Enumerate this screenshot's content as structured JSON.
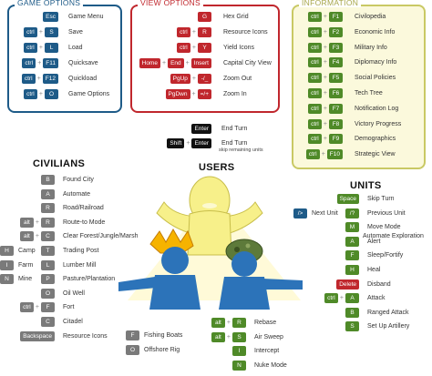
{
  "game_options": {
    "title": "GAME OPTIONS",
    "rows": [
      {
        "keys": [
          "Esc"
        ],
        "label": "Game Menu"
      },
      {
        "keys": [
          "ctrl",
          "S"
        ],
        "label": "Save"
      },
      {
        "keys": [
          "ctrl",
          "L"
        ],
        "label": "Load"
      },
      {
        "keys": [
          "ctrl",
          "F11"
        ],
        "label": "Quicksave"
      },
      {
        "keys": [
          "ctrl",
          "F12"
        ],
        "label": "Quickload"
      },
      {
        "keys": [
          "ctrl",
          "O"
        ],
        "label": "Game Options"
      }
    ]
  },
  "view_options": {
    "title": "VIEW OPTIONS",
    "rows": [
      {
        "keys": [
          "G"
        ],
        "label": "Hex Grid"
      },
      {
        "keys": [
          "ctrl",
          "R"
        ],
        "label": "Resource Icons"
      },
      {
        "keys": [
          "ctrl",
          "Y"
        ],
        "label": "Yield Icons"
      },
      {
        "keys": [
          "Home",
          "End",
          "Insert"
        ],
        "label": "Capital City View"
      },
      {
        "keys": [
          "PgUp",
          "-/_"
        ],
        "label": "Zoom Out"
      },
      {
        "keys": [
          "PgDwn",
          "=/+"
        ],
        "label": "Zoom In"
      }
    ]
  },
  "information": {
    "title": "INFORMATION",
    "rows": [
      {
        "keys": [
          "ctrl",
          "F1"
        ],
        "label": "Civilopedia"
      },
      {
        "keys": [
          "ctrl",
          "F2"
        ],
        "label": "Economic Info"
      },
      {
        "keys": [
          "ctrl",
          "F3"
        ],
        "label": "Military Info"
      },
      {
        "keys": [
          "ctrl",
          "F4"
        ],
        "label": "Diplomacy Info"
      },
      {
        "keys": [
          "ctrl",
          "F5"
        ],
        "label": "Social Policies"
      },
      {
        "keys": [
          "ctrl",
          "F6"
        ],
        "label": "Tech Tree"
      },
      {
        "keys": [
          "ctrl",
          "F7"
        ],
        "label": "Notification Log"
      },
      {
        "keys": [
          "ctrl",
          "F8"
        ],
        "label": "Victory Progress"
      },
      {
        "keys": [
          "ctrl",
          "F9"
        ],
        "label": "Demographics"
      },
      {
        "keys": [
          "ctrl",
          "F10"
        ],
        "label": "Strategic View"
      }
    ]
  },
  "end_turn": {
    "rows": [
      {
        "keys": [
          "Enter"
        ],
        "label": "End Turn",
        "sub": ""
      },
      {
        "keys": [
          "Shift",
          "Enter"
        ],
        "label": "End Turn",
        "sub": "skip remaining units"
      }
    ]
  },
  "users_heading": "USERS",
  "civilians": {
    "heading": "CIVILIANS",
    "rows": [
      {
        "keys": [
          "B"
        ],
        "label": "Found City",
        "x": 49
      },
      {
        "keys": [
          "A"
        ],
        "label": "Automate",
        "x": 49
      },
      {
        "keys": [
          "R"
        ],
        "label": "Road/Railroad",
        "x": 49
      },
      {
        "keys": [
          "alt",
          "R"
        ],
        "label": "Route-to Mode",
        "x": 20
      },
      {
        "keys": [
          "alt",
          "C"
        ],
        "label": "Clear Forest/Jungle/Marsh",
        "x": 20
      },
      {
        "keys": [
          "T"
        ],
        "label": "Trading Post",
        "x": 49
      },
      {
        "keys": [
          "L"
        ],
        "label": "Lumber Mill",
        "x": 49
      },
      {
        "keys": [
          "P"
        ],
        "label": "Pasture/Plantation",
        "x": 49
      },
      {
        "keys": [
          "O"
        ],
        "label": "Oil Well",
        "x": 49
      },
      {
        "keys": [
          "ctrl",
          "F"
        ],
        "label": "Fort",
        "x": 20
      },
      {
        "keys": [
          "C"
        ],
        "label": "Citadel",
        "x": 49
      },
      {
        "keys": [
          "Backspace"
        ],
        "label": "Resource Icons",
        "x": 14
      }
    ],
    "extra": [
      {
        "keys": [
          "H"
        ],
        "label": "Camp"
      },
      {
        "keys": [
          "I"
        ],
        "label": "Farm"
      },
      {
        "keys": [
          "N"
        ],
        "label": "Mine"
      }
    ],
    "naval": [
      {
        "keys": [
          "F"
        ],
        "label": "Fishing Boats"
      },
      {
        "keys": [
          "O"
        ],
        "label": "Offshore Rig"
      }
    ]
  },
  "air": {
    "rows": [
      {
        "keys": [
          "alt",
          "R"
        ],
        "label": "Rebase"
      },
      {
        "keys": [
          "alt",
          "S"
        ],
        "label": "Air Sweep"
      },
      {
        "keys": [
          "I"
        ],
        "label": "Intercept"
      },
      {
        "keys": [
          "N"
        ],
        "label": "Nuke Mode"
      }
    ]
  },
  "units": {
    "heading": "UNITS",
    "rows": [
      {
        "keys": [
          "Space"
        ],
        "label": "Skip Turn"
      },
      {
        "keys": [
          "/?"
        ],
        "label": "Previous Unit"
      },
      {
        "keys": [
          "M"
        ],
        "label": "Move Mode"
      },
      {
        "keys": [
          "A"
        ],
        "label": "Alert"
      },
      {
        "keys": [
          "F"
        ],
        "label": "Sleep/Fortify"
      },
      {
        "keys": [
          "H"
        ],
        "label": "Heal"
      },
      {
        "keys": [
          "Delete"
        ],
        "label": "Disband"
      },
      {
        "keys": [
          "ctrl",
          "A"
        ],
        "label": "Attack"
      },
      {
        "keys": [
          "B"
        ],
        "label": "Ranged Attack"
      },
      {
        "keys": [
          "S"
        ],
        "label": "Set Up Artillery"
      }
    ],
    "next_unit": {
      "keys": [
        "/>"
      ],
      "label": "Next Unit"
    },
    "automate_explore": "Automate Exploration"
  },
  "colors": {
    "game": "#1e5b88",
    "view": "#c0272d",
    "info": "#c9c964",
    "info_bg": "#fbf9dc",
    "units": "#4f8a28",
    "civilians": "#7a7a7a",
    "figure_blue": "#2c73b9",
    "figure_yellow": "#f7f08a"
  }
}
